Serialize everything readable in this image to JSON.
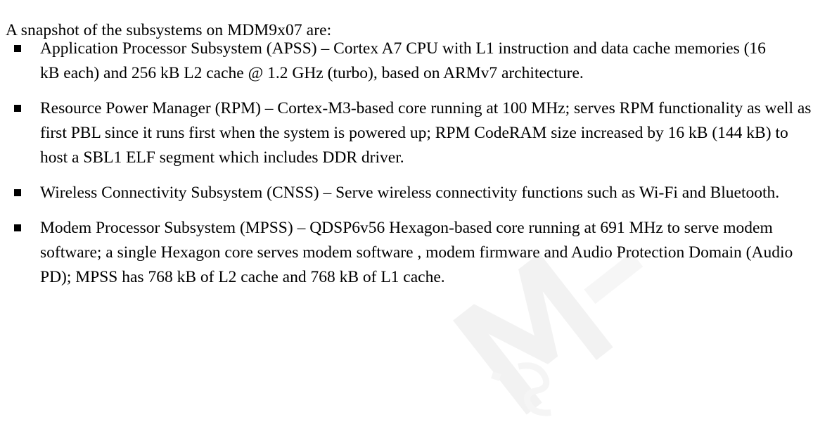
{
  "document": {
    "intro_text": "A snapshot of the subsystems on MDM9x07 are:",
    "background_color": "#ffffff",
    "text_color": "#000000",
    "bullet_marker_color": "#000000",
    "bullet_marker_icon": "square-bullet-icon",
    "watermark_icon": "faint-letter-watermark"
  },
  "bullets": [
    {
      "id": "apss",
      "text": "Application Processor Subsystem (APSS) – Cortex A7 CPU with L1 instruction and data cache memories (16 kB each) and 256 kB L2 cache @ 1.2 GHz (turbo), based on ARMv7 architecture."
    },
    {
      "id": "rpm",
      "text": "Resource Power Manager (RPM) – Cortex-M3-based core running at 100 MHz; serves RPM functionality as well as first PBL since it runs first when the system is powered up; RPM CodeRAM size increased by 16 kB (144 kB) to host a SBL1 ELF segment which includes DDR driver."
    },
    {
      "id": "cnss",
      "text": "Wireless Connectivity Subsystem (CNSS) – Serve wireless connectivity functions such as Wi-Fi and Bluetooth."
    },
    {
      "id": "mpss",
      "text": "Modem Processor Subsystem (MPSS) – QDSP6v56 Hexagon-based core running at 691 MHz to serve modem software; a single Hexagon core serves modem software , modem firmware and Audio Protection Domain (Audio PD); MPSS has 768 kB of L2 cache and 768 kB of L1 cache."
    }
  ]
}
